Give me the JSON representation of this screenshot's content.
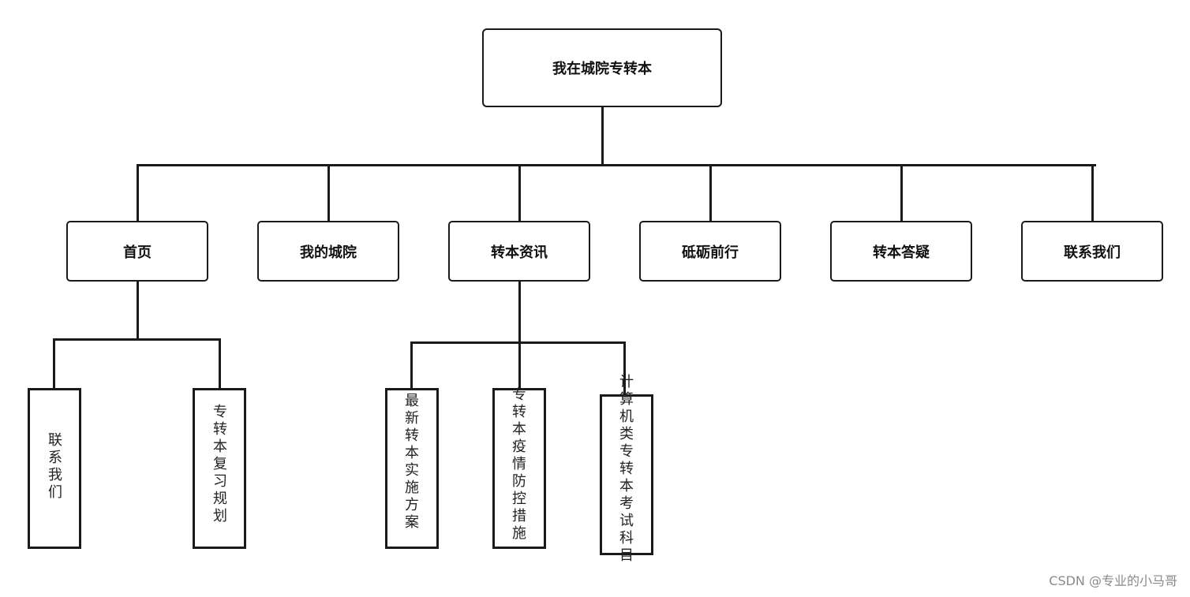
{
  "root": {
    "label": "我在城院专转本"
  },
  "categories": [
    {
      "label": "首页"
    },
    {
      "label": "我的城院"
    },
    {
      "label": "转本资讯"
    },
    {
      "label": "砥砺前行"
    },
    {
      "label": "转本答疑"
    },
    {
      "label": "联系我们"
    }
  ],
  "home_children": [
    {
      "label": "联系我们"
    },
    {
      "label": "专转本复习规划"
    }
  ],
  "news_children": [
    {
      "label": "最新转本实施方案"
    },
    {
      "label": "专转本疫情防控措施"
    },
    {
      "label": "计算机类专转本考试科目"
    }
  ],
  "watermark": "CSDN @专业的小马哥"
}
